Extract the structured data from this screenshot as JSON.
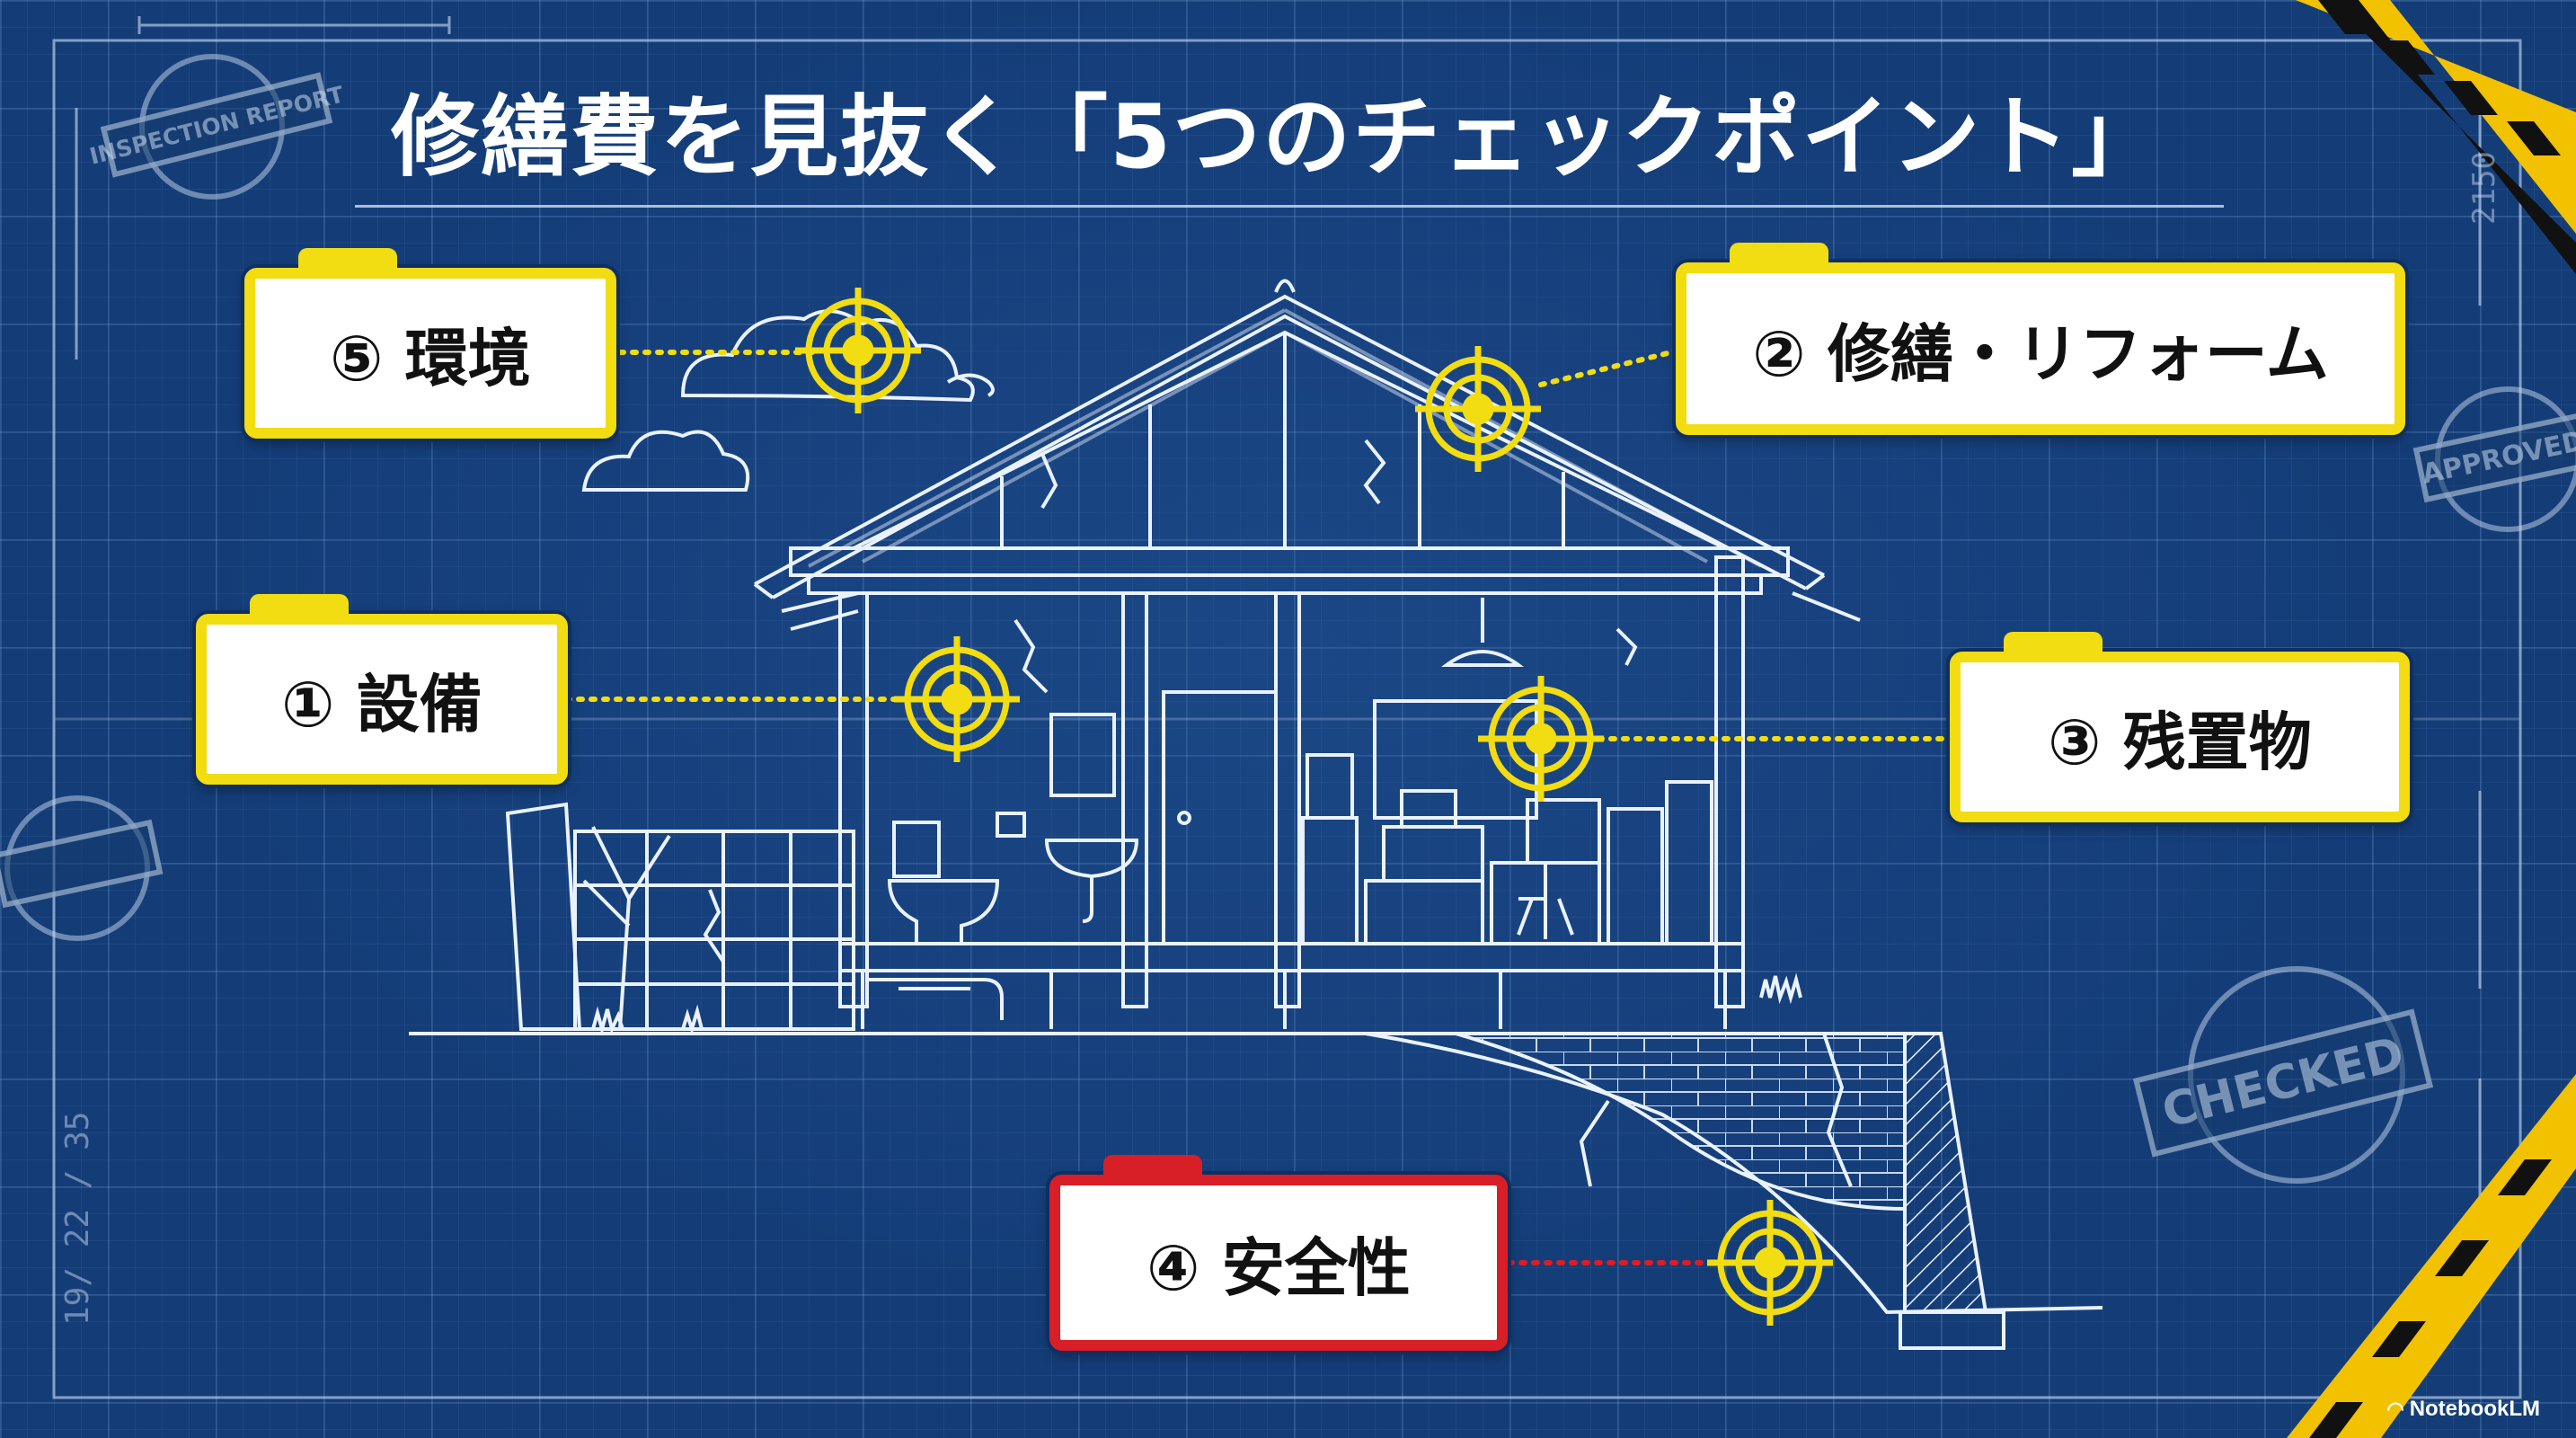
{
  "title": "修繕費を見抜く「5つのチェックポイント」",
  "labels": [
    {
      "id": "environment",
      "text": "⑤ 環境",
      "color": "#f2dc12"
    },
    {
      "id": "repair-reform",
      "text": "② 修繕・リフォーム",
      "color": "#f2dc12"
    },
    {
      "id": "equipment",
      "text": "① 設備",
      "color": "#f2dc12"
    },
    {
      "id": "leftover-items",
      "text": "③ 残置物",
      "color": "#f2dc12"
    },
    {
      "id": "safety",
      "text": "④ 安全性",
      "color": "#d81e26"
    }
  ],
  "stamps": {
    "inspection": "INSPECTION REPORT",
    "approved": "APPROVED",
    "checked": "CHECKED"
  },
  "margin_marks": {
    "dimension_right": "2150",
    "date_left": "19/ 22 / 35"
  },
  "brand": "NotebookLM",
  "colors": {
    "background": "#143d78",
    "accent": "#f2dc12",
    "alert": "#d81e26",
    "line": "#eaf2ff"
  }
}
